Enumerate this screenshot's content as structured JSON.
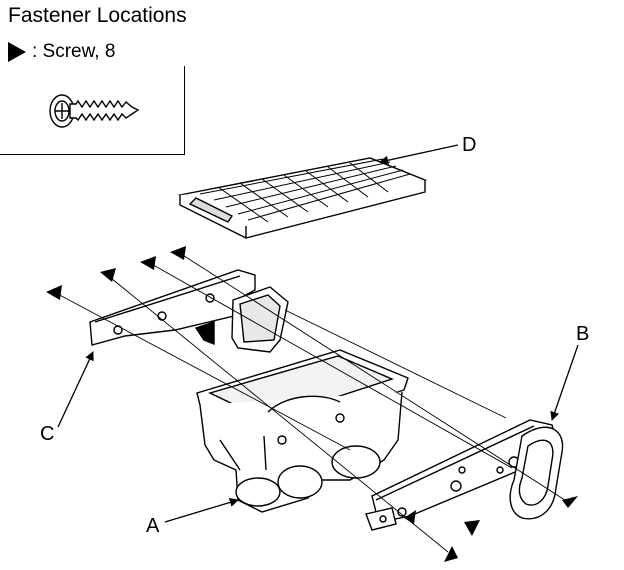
{
  "title": "Fastener Locations",
  "legend": {
    "symbol": "filled-triangle-arrow",
    "label": ": Screw, 8"
  },
  "callouts": {
    "a": "A",
    "b": "B",
    "c": "C",
    "d": "D"
  }
}
